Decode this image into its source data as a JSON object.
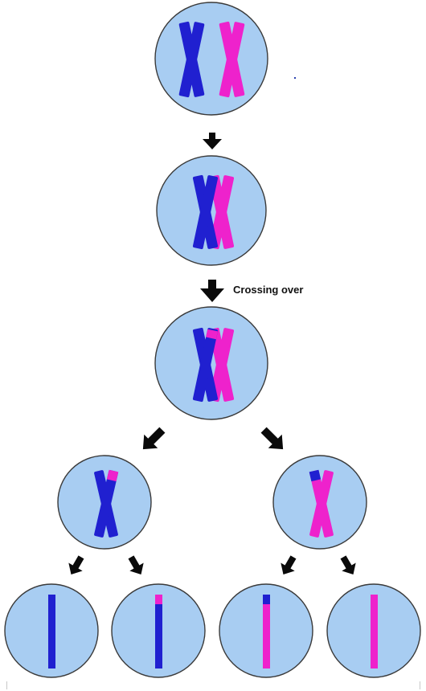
{
  "labels": {
    "crossing_over": "Crossing over"
  },
  "colors": {
    "cell_fill": "#a8cdf2",
    "maternal_chromosome": "#2020d0",
    "paternal_chromosome": "#ee22cc",
    "arrow": "#0a0a0a"
  },
  "stages": [
    "homologous-chromosome-pair",
    "synapsis",
    "crossing-over-result",
    "meiosis-i-daughter-cells",
    "meiosis-ii-gametes"
  ]
}
